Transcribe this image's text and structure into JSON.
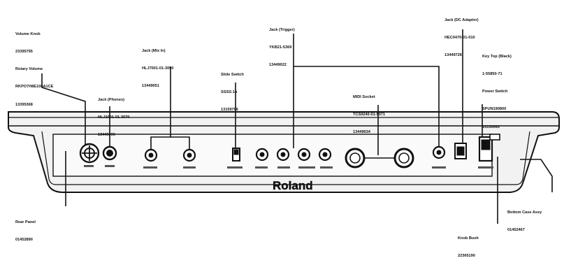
{
  "brand": "Roland",
  "callouts": [
    {
      "id": "volume-knob",
      "lines": [
        "Volume Knob",
        "23395795",
        "Rotary Volume",
        "RKPO7H8E100A1CE",
        "13395368"
      ]
    },
    {
      "id": "jack-phones",
      "lines": [
        "Jack (Phones)",
        "HLJ1001-01-3070",
        "13449096"
      ]
    },
    {
      "id": "jack-mix-in",
      "lines": [
        "Jack (Mix In)",
        "HLJ7001-01-3090",
        "13449051"
      ]
    },
    {
      "id": "slide-switch",
      "lines": [
        "Slide Switch",
        "SSSS-1b",
        "13159706"
      ]
    },
    {
      "id": "jack-trigger",
      "lines": [
        "Jack (Trigger)",
        "YKB21-5369",
        "13449022"
      ]
    },
    {
      "id": "jack-dc-adaptor",
      "lines": [
        "Jack (DC Adaptor)",
        "HEC0470-01-010",
        "13449726"
      ]
    },
    {
      "id": "knob-cap",
      "lines": [
        "Key Top (Black)",
        "1-55850-71",
        "Power Switch",
        "SPUN190800",
        "13130063"
      ]
    },
    {
      "id": "midi-socket",
      "lines": [
        "MIDI Socket",
        "TCS0240-01-5071",
        "13449034"
      ]
    },
    {
      "id": "rear-panel",
      "lines": [
        "Rear Panel",
        "01452890"
      ]
    },
    {
      "id": "bottom-case",
      "lines": [
        "Bottom Case Assy",
        "01452467"
      ]
    },
    {
      "id": "knob-bush",
      "lines": [
        "Knob Bush",
        "22365190"
      ]
    }
  ]
}
